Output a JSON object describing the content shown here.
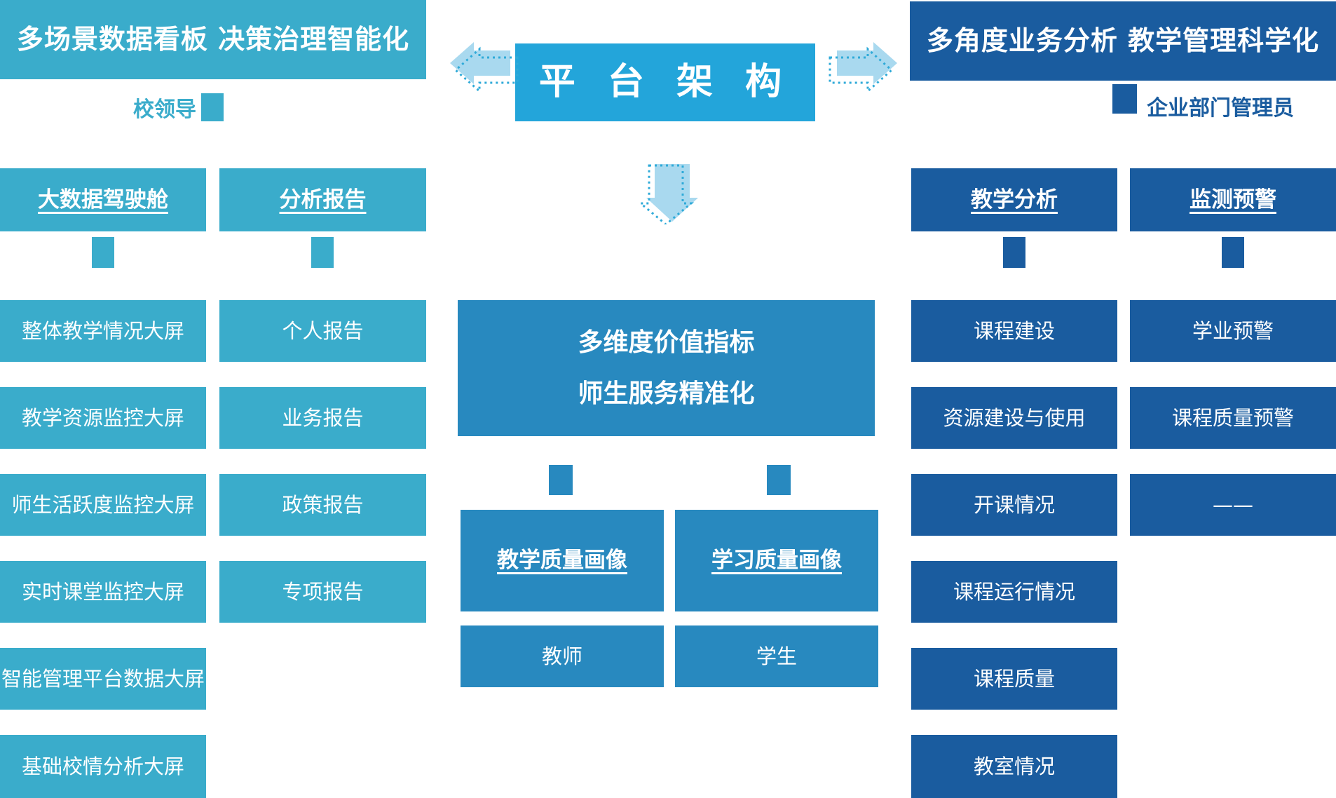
{
  "banners": {
    "left": "多场景数据看板 决策治理智能化",
    "right": "多角度业务分析 教学管理科学化"
  },
  "title": {
    "label": "平 台 架 构"
  },
  "roles": {
    "school_leader": "校领导",
    "admin": "企业部门管理员"
  },
  "left": {
    "col1": {
      "header": "大数据驾驶舱",
      "items": [
        "整体教学情况大屏",
        "教学资源监控大屏",
        "师生活跃度监控大屏",
        "实时课堂监控大屏",
        "智能管理平台数据大屏",
        "基础校情分析大屏"
      ]
    },
    "col2": {
      "header": "分析报告",
      "items": [
        "个人报告",
        "业务报告",
        "政策报告",
        "专项报告"
      ]
    }
  },
  "center": {
    "value": {
      "line1": "多维度价值指标",
      "line2": "师生服务精准化"
    },
    "portraits": [
      {
        "title": "教学质量画像",
        "subject": "教师"
      },
      {
        "title": "学习质量画像",
        "subject": "学生"
      }
    ]
  },
  "right": {
    "col1": {
      "header": "教学分析",
      "items": [
        "课程建设",
        "资源建设与使用",
        "开课情况",
        "课程运行情况",
        "课程质量",
        "教室情况"
      ]
    },
    "col2": {
      "header": "监测预警",
      "items": [
        "学业预警",
        "课程质量预警",
        "——"
      ]
    }
  },
  "icons": {
    "left_arrow": "dotted-block-arrow-left",
    "right_arrow": "dotted-block-arrow-right",
    "down_arrow": "dotted-block-arrow-down"
  },
  "colors": {
    "teal": "#3AACCB",
    "cyan": "#23A5DA",
    "blue": "#2889BF",
    "dark_blue": "#1A5C9F",
    "arrow_fill": "#A9D9EF",
    "arrow_dash": "#2FAAD8",
    "background": "#FFFFFF"
  }
}
